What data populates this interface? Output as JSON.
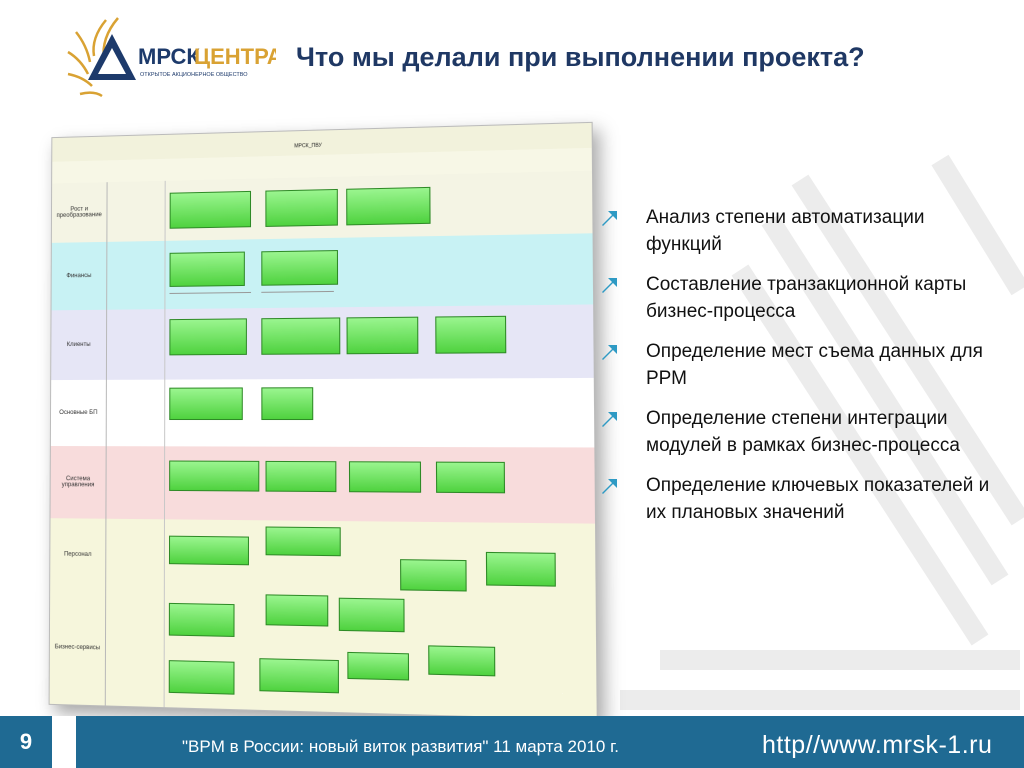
{
  "logo": {
    "brand": "МРСКЦЕНТРА",
    "subtitle": "ОТКРЫТОЕ АКЦИОНЕРНОЕ ОБЩЕСТВО"
  },
  "title": "Что мы делали  при выполнении проекта?",
  "bullets": [
    "Анализ степени автоматизации функций",
    "Составление транзакционной карты бизнес-процесса",
    "Определение мест съема данных для РРМ",
    "Определение степени интеграции модулей в рамках бизнес-процесса",
    "Определение ключевых показателей  и их плановых значений"
  ],
  "diagram": {
    "header": "МРСК_ПВУ",
    "lanes": [
      {
        "label": "Рост и преобразование",
        "color": "#f4f4e4"
      },
      {
        "label": "Финансы",
        "color": "#c8f2f4"
      },
      {
        "label": "Клиенты",
        "color": "#e6e6f6"
      },
      {
        "label": "Основные БП",
        "color": "#ffffff"
      },
      {
        "label": "Система управления",
        "color": "#f8dcdc"
      },
      {
        "label": "Персонал",
        "color": "#f6f6dc"
      },
      {
        "label": "Бизнес-сервисы",
        "color": "#f6f6dc"
      }
    ]
  },
  "footer": {
    "page_number": "9",
    "caption": "\"BPM в России: новый виток развития\" 11 марта 2010 г.",
    "url": "http//www.mrsk-1.ru"
  },
  "colors": {
    "title": "#1f3864",
    "footer": "#1f6a93",
    "bullet_marker": "#2e9ac4",
    "process_box": "#4fd23f"
  }
}
